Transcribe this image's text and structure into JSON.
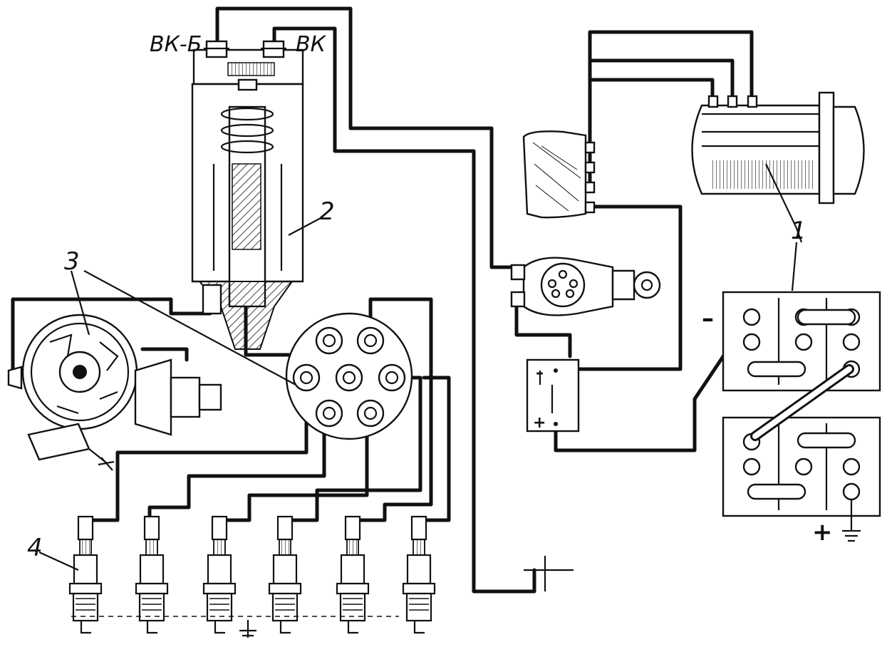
{
  "labels": {
    "terminal_vk_b": "ВК-Б",
    "terminal_vk": "ВК",
    "part_1": "1",
    "part_2": "2",
    "part_3": "3",
    "part_4": "4",
    "battery_minus": "–",
    "battery_plus": "+",
    "switch_minus": "–",
    "switch_plus": "+"
  },
  "spark_plug_count": 6
}
